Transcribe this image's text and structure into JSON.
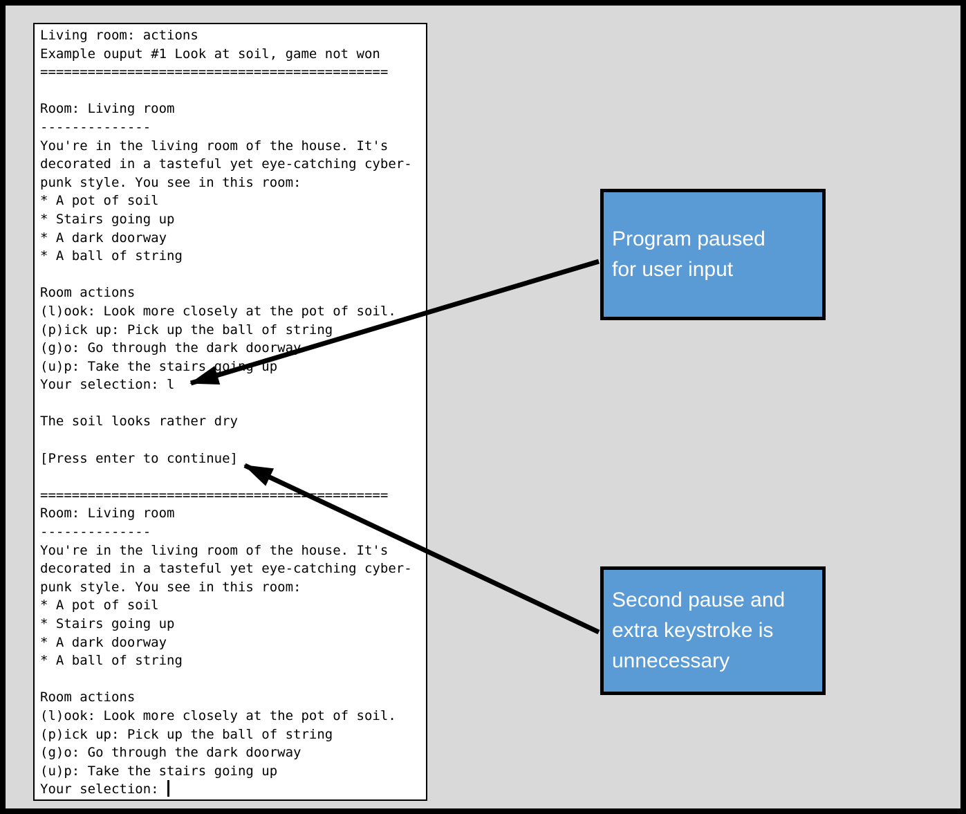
{
  "terminal": {
    "title_line": "Living room: actions",
    "lines": [
      "Living room: actions",
      "Example ouput #1 Look at soil, game not won",
      "============================================",
      "",
      "Room: Living room",
      "--------------",
      "You're in the living room of the house. It's",
      "decorated in a tasteful yet eye-catching cyber-",
      "punk style. You see in this room:",
      "* A pot of soil",
      "* Stairs going up",
      "* A dark doorway",
      "* A ball of string",
      "",
      "Room actions",
      "(l)ook: Look more closely at the pot of soil.",
      "(p)ick up: Pick up the ball of string",
      "(g)o: Go through the dark doorway",
      "(u)p: Take the stairs going up",
      "Your selection: l",
      "",
      "The soil looks rather dry",
      "",
      "[Press enter to continue]",
      "",
      "============================================",
      "Room: Living room",
      "--------------",
      "You're in the living room of the house. It's",
      "decorated in a tasteful yet eye-catching cyber-",
      "punk style. You see in this room:",
      "* A pot of soil",
      "* Stairs going up",
      "* A dark doorway",
      "* A ball of string",
      "",
      "Room actions",
      "(l)ook: Look more closely at the pot of soil.",
      "(p)ick up: Pick up the ball of string",
      "(g)o: Go through the dark doorway",
      "(u)p: Take the stairs going up",
      "Your selection: "
    ]
  },
  "callouts": {
    "pause1": {
      "line1": "Program paused",
      "line2": "for user input"
    },
    "pause2": {
      "line1": "Second pause and",
      "line2": "extra keystroke is",
      "line3": "unnecessary"
    }
  },
  "icons": {
    "text_cursor": "caret-bar",
    "arrow1": "arrow-to-selection-prompt",
    "arrow2": "arrow-to-press-enter"
  },
  "colors": {
    "page_bg": "#d9d9d9",
    "frame_border": "#000000",
    "terminal_bg": "#ffffff",
    "terminal_text": "#000000",
    "callout_bg": "#5b9bd5",
    "callout_border": "#000000",
    "callout_text": "#ffffff",
    "arrow": "#000000"
  }
}
